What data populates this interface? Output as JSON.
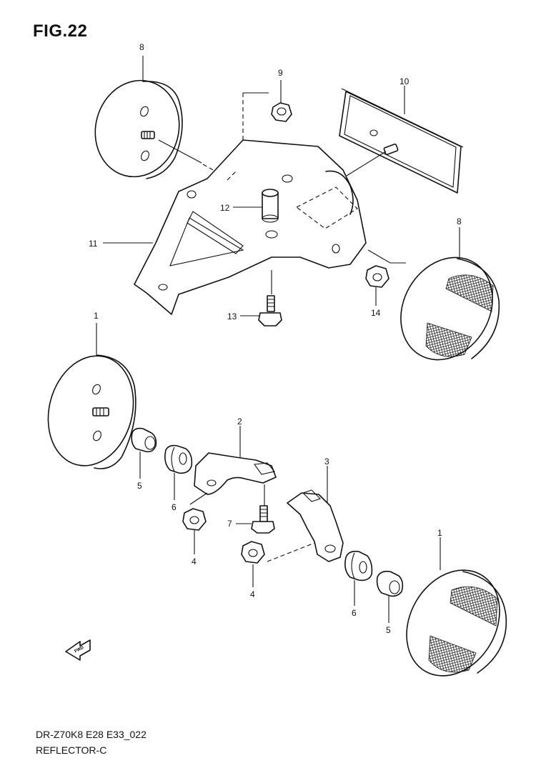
{
  "figure": {
    "title": "FIG.22",
    "code": "DR-Z70K8 E28 E33_022",
    "name": "REFLECTOR-C"
  },
  "callouts": [
    {
      "id": "c8a",
      "label": "8"
    },
    {
      "id": "c9",
      "label": "9"
    },
    {
      "id": "c10",
      "label": "10"
    },
    {
      "id": "c12",
      "label": "12"
    },
    {
      "id": "c11",
      "label": "11"
    },
    {
      "id": "c8b",
      "label": "8"
    },
    {
      "id": "c14",
      "label": "14"
    },
    {
      "id": "c13",
      "label": "13"
    },
    {
      "id": "c1a",
      "label": "1"
    },
    {
      "id": "c2",
      "label": "2"
    },
    {
      "id": "c3",
      "label": "3"
    },
    {
      "id": "c5a",
      "label": "5"
    },
    {
      "id": "c6a",
      "label": "6"
    },
    {
      "id": "c7",
      "label": "7"
    },
    {
      "id": "c4a",
      "label": "4"
    },
    {
      "id": "c4b",
      "label": "4"
    },
    {
      "id": "c1b",
      "label": "1"
    },
    {
      "id": "c6b",
      "label": "6"
    },
    {
      "id": "c5b",
      "label": "5"
    }
  ],
  "fwd_arrow": {
    "label": "FWD",
    "icon": "forward-arrow-icon"
  }
}
